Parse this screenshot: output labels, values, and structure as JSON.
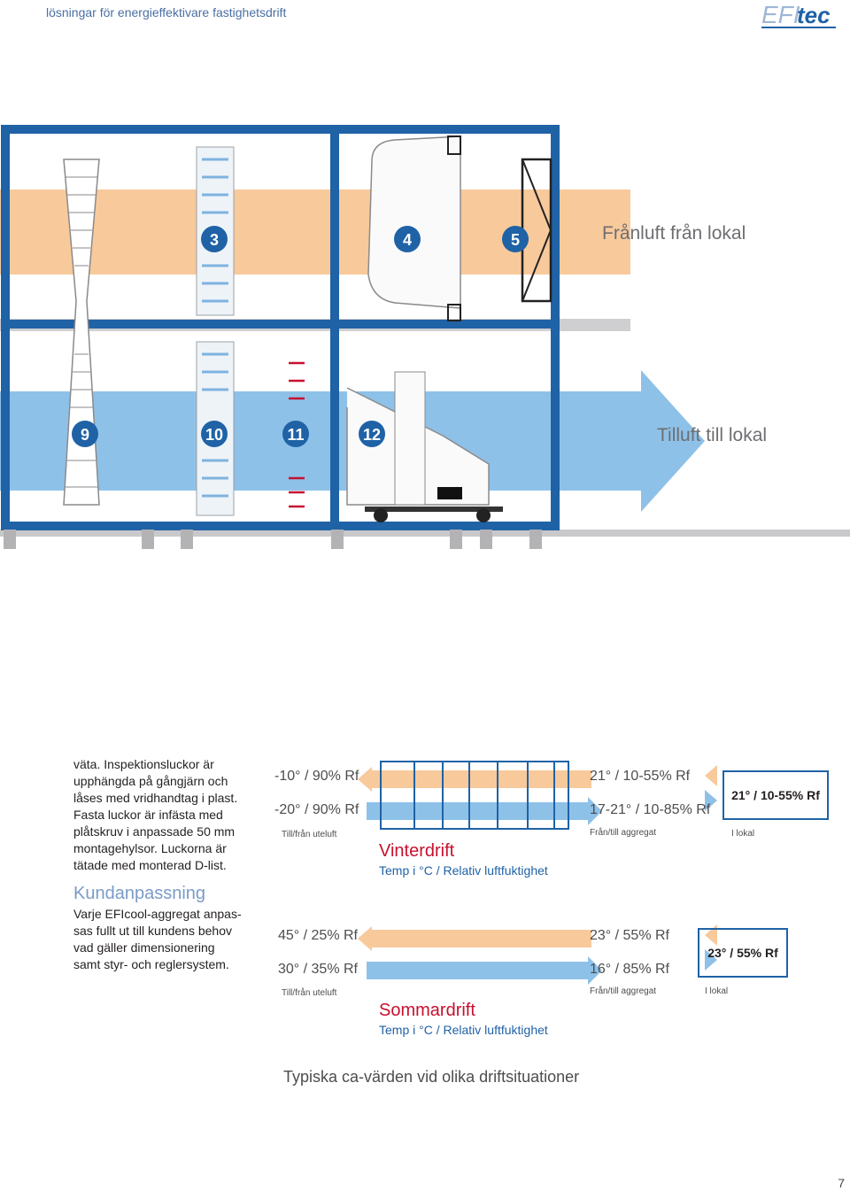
{
  "header": {
    "title": "lösningar för energieffektivare fastighetsdrift",
    "logo": "EFItec"
  },
  "diagram": {
    "numbers_top": [
      "3",
      "4",
      "5"
    ],
    "numbers_bottom": [
      "9",
      "10",
      "11",
      "12"
    ],
    "exhaust_label": "Frånluft från lokal",
    "supply_label": "Tilluft till lokal",
    "colors": {
      "frame": "#1f62a6",
      "exhaust": "#f8c99b",
      "supply": "#8ec1e8"
    }
  },
  "body": {
    "lines": [
      "väta. Inspektionsluckor är",
      "upphängda på gångjärn och",
      "låses med vridhandtag i plast.",
      "Fasta luckor är infästa med",
      "plåtskruv i anpassade 50 mm",
      "montagehylsor. Luckorna är",
      "tätade med monterad D-list."
    ],
    "kund_heading": "Kundanpassning",
    "kund_lines": [
      "Varje EFIcool-aggregat anpas-",
      "sas fullt ut till kundens behov",
      "vad gäller dimensionering",
      "samt styr- och reglersystem."
    ]
  },
  "winter": {
    "left_top": "-10° / 90% Rf",
    "left_bottom": "-20° / 90% Rf",
    "left_caption": "Till/från uteluft",
    "title": "Vinterdrift",
    "subtitle": "Temp i °C / Relativ luftfuktighet",
    "right_top": "21° / 10-55% Rf",
    "right_bottom": "17-21° / 10-85% Rf",
    "right_caption": "Från/till aggregat",
    "box_value": "21° / 10-55% Rf",
    "box_caption": "I lokal"
  },
  "summer": {
    "left_top": "45° / 25% Rf",
    "left_bottom": "30° / 35% Rf",
    "left_caption": "Till/från uteluft",
    "title": "Sommardrift",
    "subtitle": "Temp i °C / Relativ luftfuktighet",
    "right_top": "23° / 55% Rf",
    "right_bottom": "16° / 85% Rf",
    "right_caption": "Från/till aggregat",
    "box_value": "23° / 55% Rf",
    "box_caption": "I lokal"
  },
  "caption": "Typiska ca-värden vid olika driftsituationer",
  "page_number": "7"
}
